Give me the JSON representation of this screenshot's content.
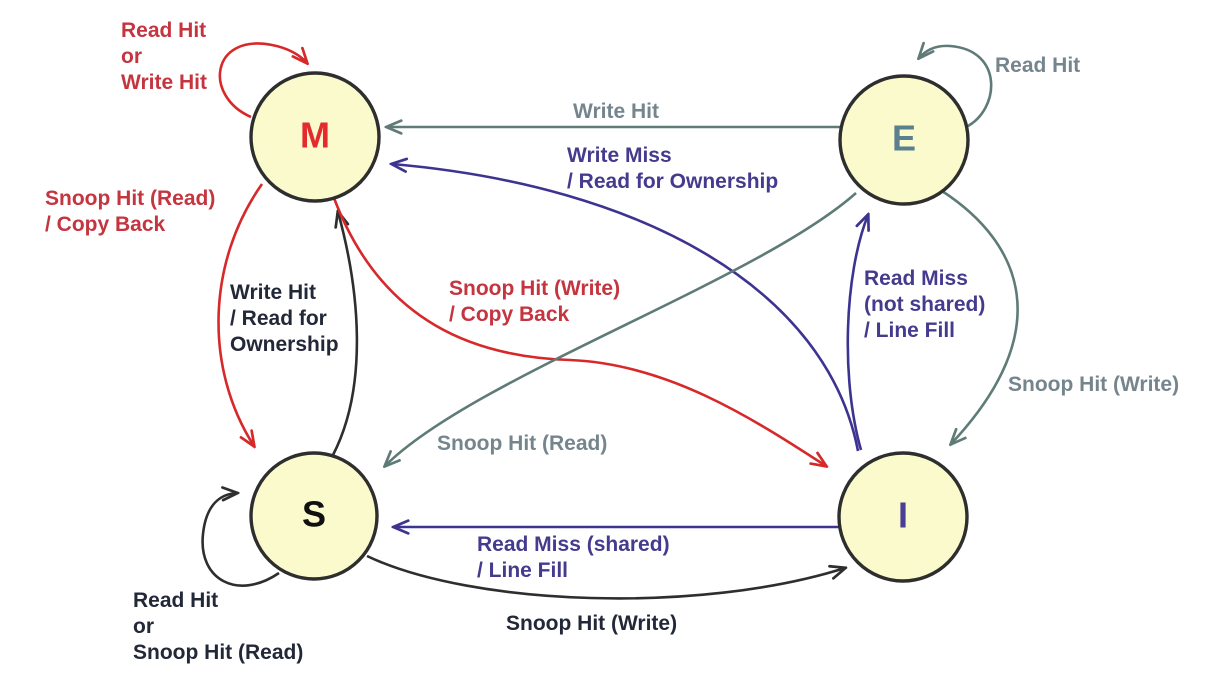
{
  "colors": {
    "node_fill": "#fafacd",
    "node_stroke": "#2e2e2e",
    "red_arrow": "#d7282a",
    "red_text": "#c43540",
    "purple_arrow": "#3d3390",
    "purple_text": "#453b8e",
    "gray_arrow": "#5e7b78",
    "gray_text": "#75858d",
    "black_arrow": "#2e2e2e",
    "black_text": "#232838",
    "state_m": "#e32b2e",
    "state_e": "#5b7f8c",
    "state_s": "#101010",
    "state_i": "#4a3e96"
  },
  "states": [
    {
      "id": "M",
      "label": "M"
    },
    {
      "id": "E",
      "label": "E"
    },
    {
      "id": "S",
      "label": "S"
    },
    {
      "id": "I",
      "label": "I"
    }
  ],
  "transitions": [
    {
      "from": "M",
      "to": "M",
      "color": "red",
      "label": "Read Hit\nor\nWrite Hit"
    },
    {
      "from": "M",
      "to": "S",
      "color": "red",
      "label": "Snoop Hit (Read)\n/ Copy Back"
    },
    {
      "from": "E",
      "to": "M",
      "color": "gray",
      "label": "Write Hit"
    },
    {
      "from": "I",
      "to": "M",
      "color": "purple",
      "label": "Write Miss\n/ Read for Ownership"
    },
    {
      "from": "S",
      "to": "M",
      "color": "black",
      "label": "Write Hit\n/ Read for\nOwnership"
    },
    {
      "from": "M",
      "to": "I",
      "color": "red",
      "label": "Snoop Hit (Write)\n/ Copy Back"
    },
    {
      "from": "E",
      "to": "E",
      "color": "gray",
      "label": "Read Hit"
    },
    {
      "from": "I",
      "to": "E",
      "color": "purple",
      "label": "Read Miss\n(not shared)\n/ Line Fill"
    },
    {
      "from": "E",
      "to": "I",
      "color": "gray",
      "label": "Snoop Hit (Write)"
    },
    {
      "from": "E",
      "to": "S",
      "color": "gray",
      "label": "Snoop Hit (Read)"
    },
    {
      "from": "I",
      "to": "S",
      "color": "purple",
      "label": "Read Miss (shared)\n/ Line Fill"
    },
    {
      "from": "S",
      "to": "I",
      "color": "black",
      "label": "Snoop Hit (Write)"
    },
    {
      "from": "S",
      "to": "S",
      "color": "black",
      "label": "Read Hit\nor\nSnoop Hit (Read)"
    }
  ]
}
